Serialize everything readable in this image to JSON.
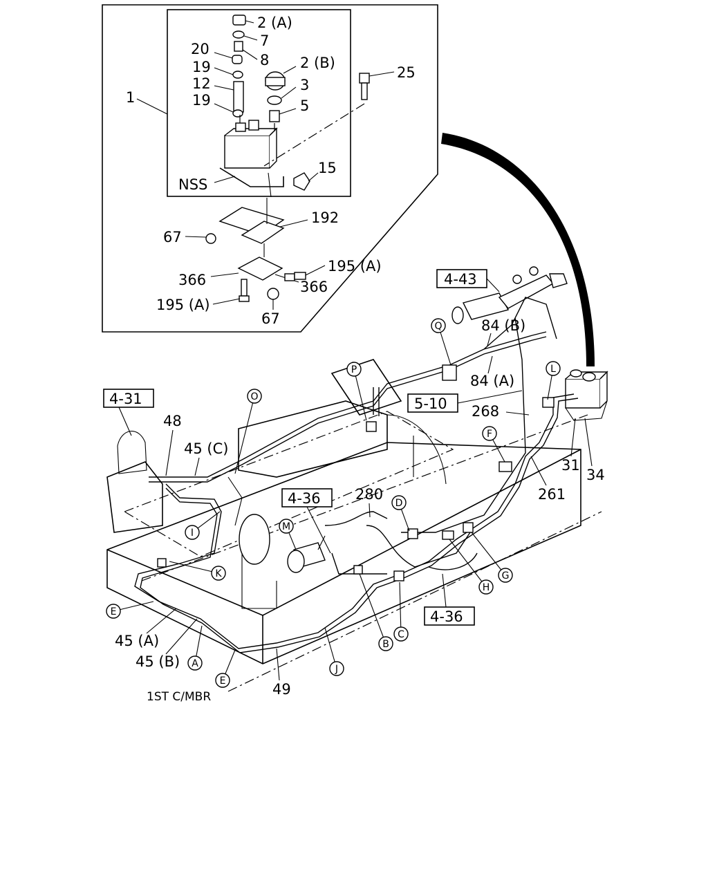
{
  "inset": {
    "callout": "1",
    "tank_labels": [
      "2 (A)",
      "7",
      "20",
      "8",
      "19",
      "2 (B)",
      "12",
      "3",
      "19",
      "5",
      "NSS",
      "15",
      "25"
    ],
    "bracket_labels": [
      "67",
      "192",
      "195 (A)",
      "366",
      "366",
      "195 (A)",
      "67"
    ]
  },
  "references": {
    "r443": "4-43",
    "r431": "4-31",
    "r510": "5-10",
    "r436a": "4-36",
    "r436b": "4-36"
  },
  "callouts": {
    "c84b": "84 (B)",
    "c84a": "84 (A)",
    "c48": "48",
    "c45c": "45 (C)",
    "c268": "268",
    "c31": "31",
    "c34": "34",
    "c261": "261",
    "c280": "280",
    "c45a": "45 (A)",
    "c45b": "45 (B)",
    "c49": "49",
    "c1st": "1ST C/MBR"
  },
  "letters": {
    "Q": "Q",
    "P": "P",
    "O": "O",
    "L": "L",
    "F": "F",
    "D": "D",
    "M": "M",
    "I": "I",
    "K": "K",
    "E1": "E",
    "A": "A",
    "E2": "E",
    "J": "J",
    "B": "B",
    "C": "C",
    "H": "H",
    "G": "G"
  }
}
